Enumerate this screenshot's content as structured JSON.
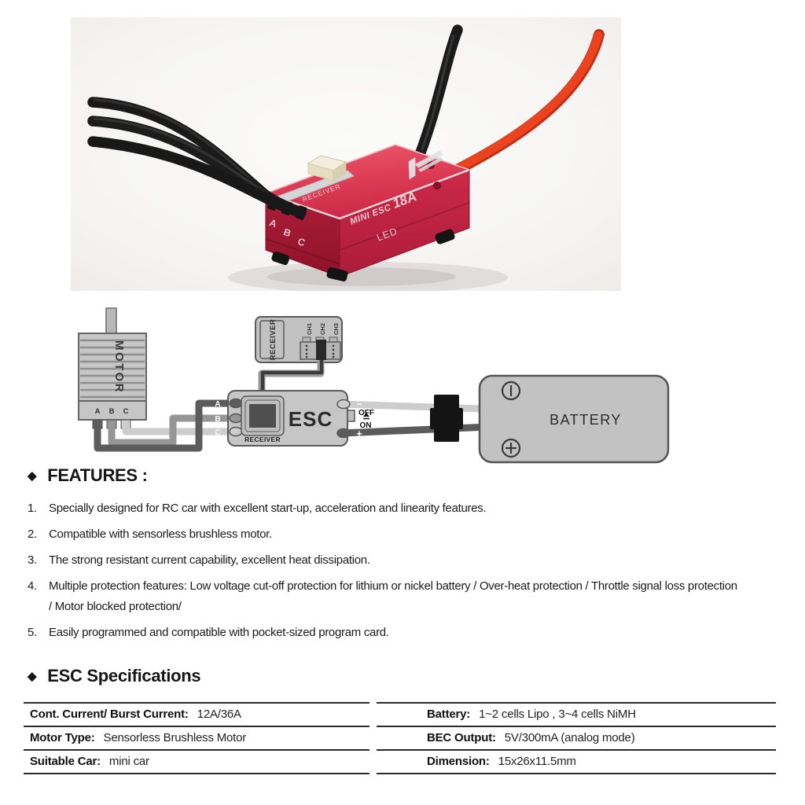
{
  "photo": {
    "labels": {
      "receiver_top": "RECEIVER",
      "model": "MINI ESC ",
      "amps": "18A",
      "led": "LED",
      "term_a": "A",
      "term_b": "B",
      "term_c": "C"
    },
    "colors": {
      "body_top": "#df4157",
      "body_front": "#c22443",
      "body_left": "#a51d37",
      "wire_black": "#1b1b1b",
      "wire_red": "#e8401f",
      "connector_cream": "#f4efdc"
    }
  },
  "diagram": {
    "motor": {
      "label": "MOTOR",
      "terminals": [
        "A",
        "B",
        "C"
      ]
    },
    "receiver": {
      "label": "RECEIVER",
      "channels": [
        "CH1",
        "CH2",
        "CH3"
      ]
    },
    "esc": {
      "label": "ESC",
      "socket_label": "RECEIVER",
      "switch_off": "OFF",
      "switch_on": "ON",
      "minus": "−",
      "plus": "+"
    },
    "battery": {
      "label": "BATTERY"
    },
    "wire_labels": [
      "A",
      "B",
      "C"
    ]
  },
  "features": {
    "bullet": "◆",
    "heading": "FEATURES :",
    "items": [
      {
        "num": "1.",
        "lines": [
          "Specially designed for RC car with excellent start-up, acceleration and linearity features."
        ]
      },
      {
        "num": "2.",
        "lines": [
          "Compatible with sensorless brushless motor."
        ]
      },
      {
        "num": "3.",
        "lines": [
          "The strong resistant current capability, excellent heat dissipation."
        ]
      },
      {
        "num": "4.",
        "lines": [
          "Multiple protection features: Low voltage cut-off protection for lithium or nickel battery / Over-heat protection / Throttle signal loss protection",
          "/ Motor blocked protection/"
        ]
      },
      {
        "num": "5.",
        "lines": [
          "Easily programmed and compatible with pocket-sized program card."
        ]
      }
    ]
  },
  "specs": {
    "bullet": "◆",
    "heading": "ESC Specifications",
    "left": [
      {
        "label": "Cont. Current/ Burst Current:",
        "value": "12A/36A"
      },
      {
        "label": "Motor Type:",
        "value": "Sensorless Brushless Motor"
      },
      {
        "label": "Suitable Car:",
        "value": "mini car"
      }
    ],
    "right": [
      {
        "label": "Battery:",
        "value": "1~2 cells Lipo ,   3~4 cells NiMH"
      },
      {
        "label": "BEC Output:",
        "value": "5V/300mA (analog mode)"
      },
      {
        "label": "Dimension:",
        "value": "15x26x11.5mm"
      }
    ]
  }
}
